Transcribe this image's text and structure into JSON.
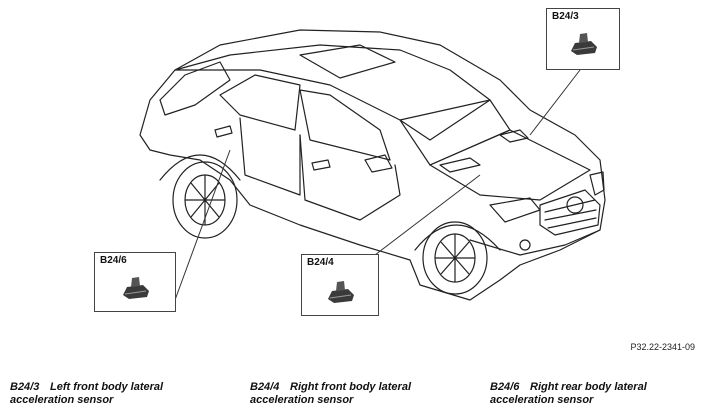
{
  "callouts": [
    {
      "code": "B24/3"
    },
    {
      "code": "B24/4"
    },
    {
      "code": "B24/6"
    }
  ],
  "reference": "P32.22-2341-09",
  "legend": [
    {
      "code": "B24/3",
      "line1": "Left front body lateral",
      "line2": "acceleration sensor"
    },
    {
      "code": "B24/4",
      "line1": "Right front body lateral",
      "line2": "acceleration sensor"
    },
    {
      "code": "B24/6",
      "line1": "Right rear body lateral",
      "line2": "acceleration sensor"
    }
  ]
}
